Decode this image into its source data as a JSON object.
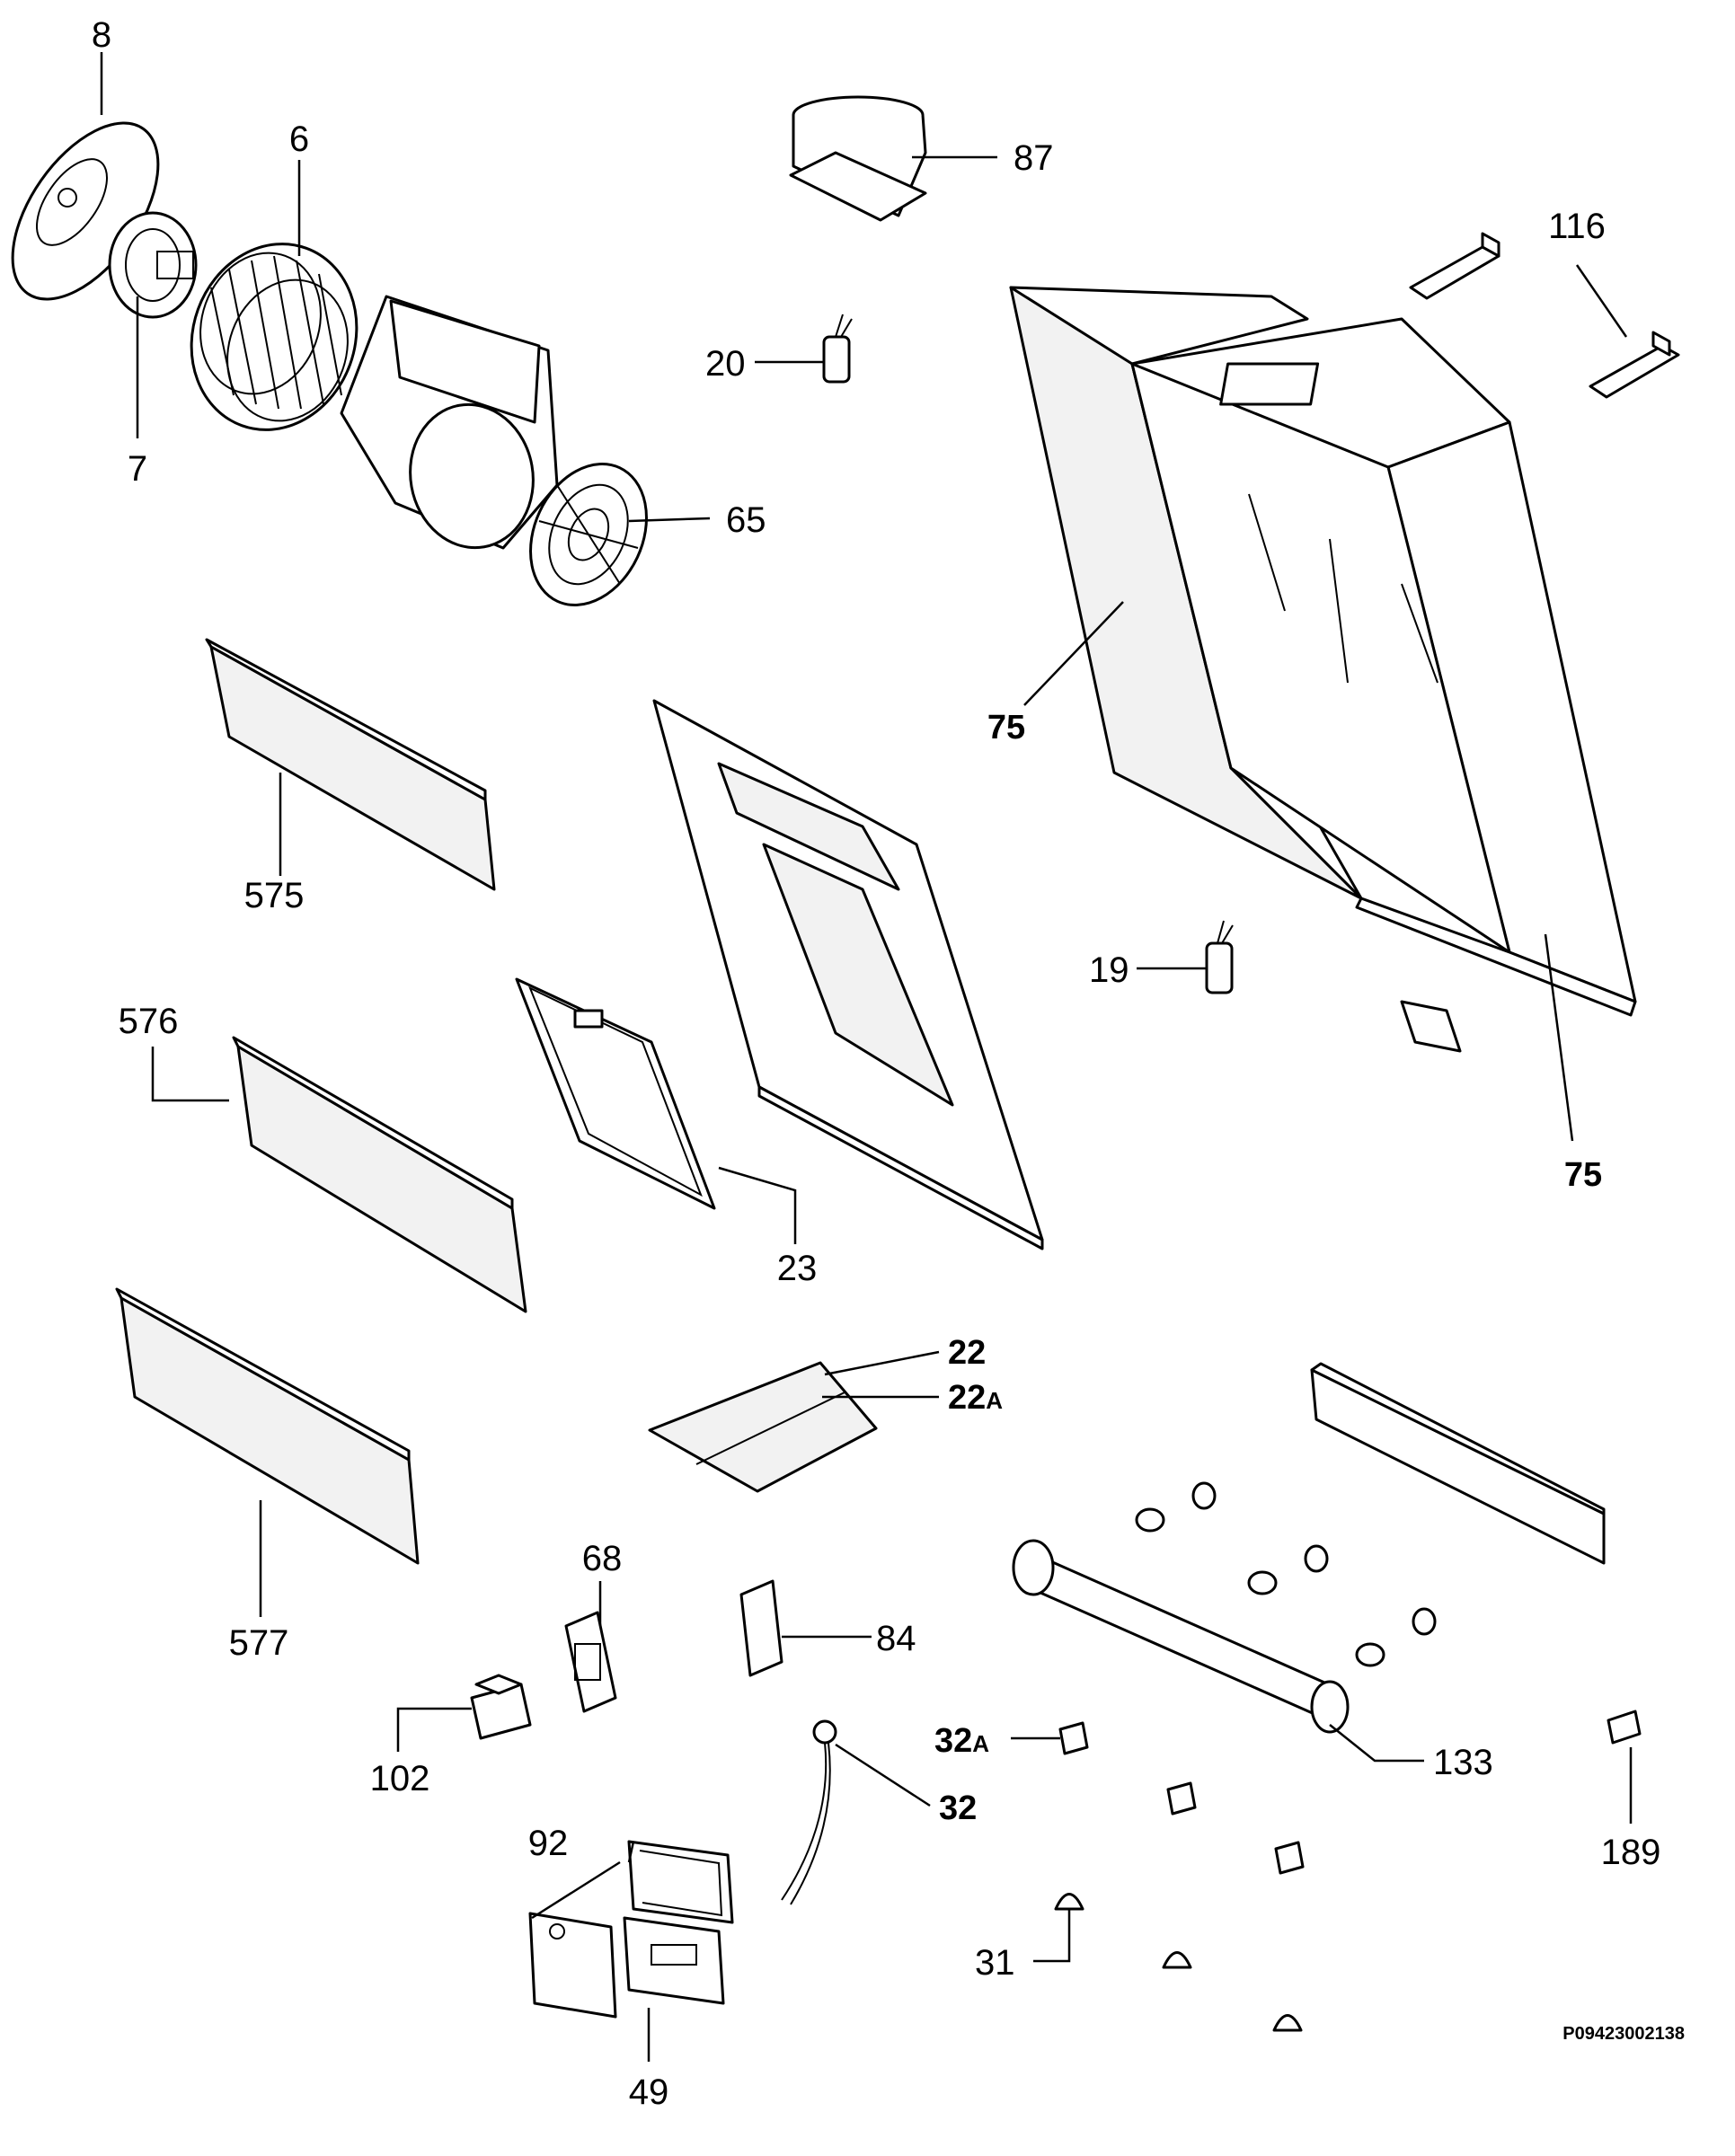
{
  "labels": {
    "p8": "8",
    "p6": "6",
    "p7": "7",
    "p65": "65",
    "p87": "87",
    "p116": "116",
    "p20": "20",
    "p75a": "75",
    "p75b": "75",
    "p575": "575",
    "p576": "576",
    "p19": "19",
    "p23": "23",
    "p22": "22",
    "p22a_num": "22",
    "p22a_suffix": "A",
    "p577": "577",
    "p68": "68",
    "p84": "84",
    "p102": "102",
    "p32a_num": "32",
    "p32a_suffix": "A",
    "p32": "32",
    "p133": "133",
    "p189": "189",
    "p92": "92",
    "p31": "31",
    "p49": "49"
  },
  "reference_code": "P09423002138",
  "colors": {
    "line": "#000000",
    "background": "#ffffff",
    "panel_fill": "#f2f2f2"
  }
}
